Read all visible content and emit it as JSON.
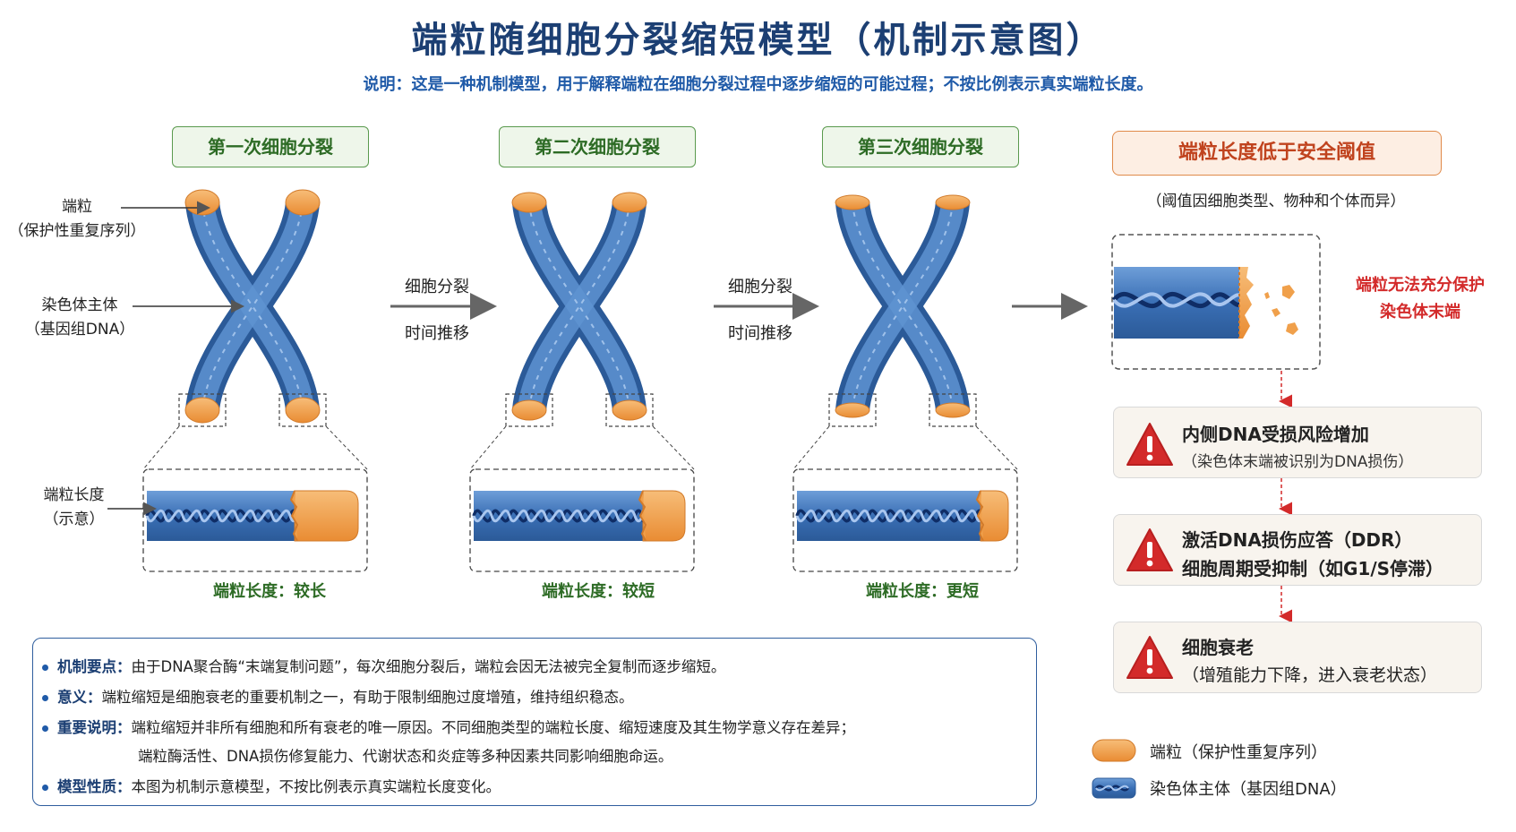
{
  "header": {
    "title": "端粒随细胞分裂缩短模型（机制示意图）",
    "subtitle": "说明：这是一种机制模型，用于解释端粒在细胞分裂过程中逐步缩短的可能过程；不按比例表示真实端粒长度。"
  },
  "stages": [
    {
      "label": "第一次细胞分裂",
      "length_label": "端粒长度：较长",
      "telomere_fraction": 0.3
    },
    {
      "label": "第二次细胞分裂",
      "length_label": "端粒长度：较短",
      "telomere_fraction": 0.2
    },
    {
      "label": "第三次细胞分裂",
      "length_label": "端粒长度：更短",
      "telomere_fraction": 0.13
    }
  ],
  "arrows": [
    {
      "line1": "细胞分裂",
      "line2": "时间推移"
    },
    {
      "line1": "细胞分裂",
      "line2": "时间推移"
    }
  ],
  "left_labels": {
    "telomere": "端粒",
    "telomere_sub": "（保护性重复序列）",
    "chromosome": "染色体主体",
    "chromosome_sub": "（基因组DNA）",
    "length": "端粒长度",
    "length_sub": "（示意）"
  },
  "threshold": {
    "title": "端粒长度低于安全阈值",
    "note": "（阈值因细胞类型、物种和个体而异）",
    "warning_line1": "端粒无法充分保护",
    "warning_line2": "染色体末端"
  },
  "consequences": [
    {
      "icon": "warning-icon",
      "line1": "内侧DNA受损风险增加",
      "line2": "（染色体末端被识别为DNA损伤）"
    },
    {
      "icon": "warning-icon",
      "line1": "激活DNA损伤应答（DDR）",
      "line2": "细胞周期受抑制（如G1/S停滞）"
    },
    {
      "icon": "warning-icon",
      "line1": "细胞衰老",
      "line2": "（增殖能力下降，进入衰老状态）"
    }
  ],
  "summary": [
    {
      "key": "机制要点：",
      "text": "由于DNA聚合酶“末端复制问题”，每次细胞分裂后，端粒会因无法被完全复制而逐步缩短。"
    },
    {
      "key": "意义：",
      "text": "端粒缩短是细胞衰老的重要机制之一，有助于限制细胞过度增殖，维持组织稳态。"
    },
    {
      "key": "重要说明：",
      "text": "端粒缩短并非所有细胞和所有衰老的唯一原因。不同细胞类型的端粒长度、缩短速度及其生物学意义存在差异；",
      "text2": "端粒酶活性、DNA损伤修复能力、代谢状态和炎症等多种因素共同影响细胞命运。"
    },
    {
      "key": "模型性质：",
      "text": "本图为机制示意模型，不按比例表示真实端粒长度变化。"
    }
  ],
  "legend": {
    "telomere": "端粒（保护性重复序列）",
    "chromosome": "染色体主体（基因组DNA）"
  },
  "colors": {
    "chromosome_blue": "#3a6fb5",
    "telomere_orange": "#f0a04b",
    "stage_green": "#2d6b25",
    "title_navy": "#1c3f73",
    "warning_red": "#d32a2a"
  }
}
